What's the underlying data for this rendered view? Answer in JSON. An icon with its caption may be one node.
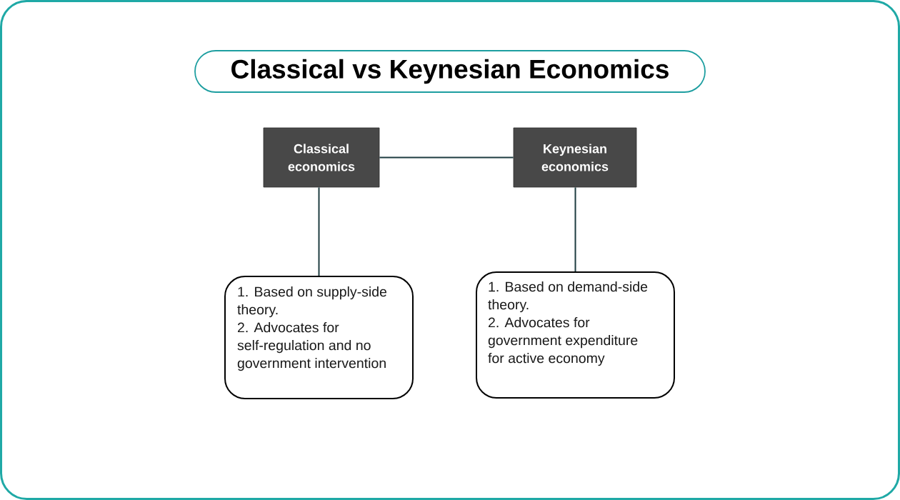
{
  "diagram": {
    "title": "Classical vs Keynesian Economics",
    "nodes": [
      {
        "text": [
          "Classical economics"
        ]
      },
      {
        "text": [
          "Keynesian economics"
        ]
      },
      {
        "text": [
          "1. Based on supply-side theory.",
          "2. Advocates for self-regulation and no government intervention"
        ]
      },
      {
        "text": [
          "1. Based on demand-side theory.",
          "2. Advocates for government expenditure for active economy"
        ]
      }
    ],
    "edges": [
      {
        "from": 0,
        "to": 1,
        "arrow": "none"
      },
      {
        "from": 0,
        "to": 2,
        "arrow": "none"
      },
      {
        "from": 1,
        "to": 3,
        "arrow": "none"
      }
    ]
  }
}
